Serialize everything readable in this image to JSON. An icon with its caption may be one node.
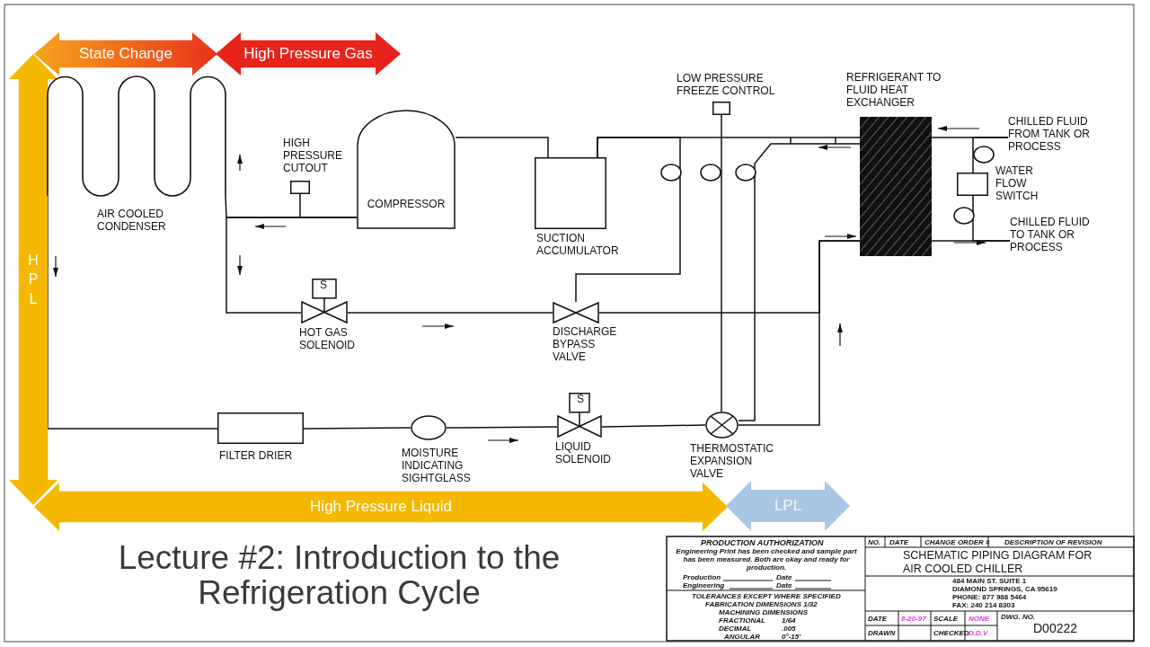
{
  "diagram": {
    "title": "Lecture #2: Introduction to the Refrigeration Cycle",
    "nodes": [
      {
        "text": [
          "State Change"
        ]
      },
      {
        "text": [
          "High Pressure Gas"
        ]
      },
      {
        "text": [
          "HPL"
        ]
      },
      {
        "text": [
          "High Pressure Liquid"
        ]
      },
      {
        "text": [
          "LPL"
        ]
      },
      {
        "text": [
          "AIR COOLED CONDENSER"
        ]
      },
      {
        "text": [
          "HIGH PRESSURE CUTOUT"
        ]
      },
      {
        "text": [
          "COMPRESSOR"
        ]
      },
      {
        "text": [
          "SUCTION ACCUMULATOR"
        ]
      },
      {
        "text": [
          "LOW PRESSURE FREEZE CONTROL"
        ]
      },
      {
        "text": [
          "REFRIGERANT TO FLUID HEAT EXCHANGER"
        ]
      },
      {
        "text": [
          "CHILLED FLUID FROM TANK OR PROCESS"
        ]
      },
      {
        "text": [
          "WATER FLOW SWITCH"
        ]
      },
      {
        "text": [
          "CHILLED FLUID TO TANK OR PROCESS"
        ]
      },
      {
        "text": [
          "S",
          "HOT GAS SOLENOID"
        ]
      },
      {
        "text": [
          "DISCHARGE BYPASS VALVE"
        ]
      },
      {
        "text": [
          "FILTER DRIER"
        ]
      },
      {
        "text": [
          "MOISTURE INDICATING SIGHTGLASS"
        ]
      },
      {
        "text": [
          "S",
          "LIQUID SOLENOID"
        ]
      },
      {
        "text": [
          "THERMOSTATIC EXPANSION VALVE"
        ]
      }
    ],
    "edges": [
      {
        "from": 7,
        "to": 5,
        "arrow": "none"
      },
      {
        "from": 6,
        "to": 7,
        "arrow": "none"
      },
      {
        "from": 7,
        "to": 14,
        "arrow": "none"
      },
      {
        "from": 5,
        "to": 16,
        "arrow": "none"
      },
      {
        "from": 16,
        "to": 17,
        "arrow": "none"
      },
      {
        "from": 17,
        "to": 18,
        "arrow": "none"
      },
      {
        "from": 18,
        "to": 19,
        "arrow": "none"
      },
      {
        "from": 19,
        "to": 10,
        "arrow": "none"
      },
      {
        "from": 14,
        "to": 15,
        "arrow": "none"
      },
      {
        "from": 15,
        "to": 10,
        "arrow": "none"
      },
      {
        "from": 15,
        "to": 8,
        "arrow": "none"
      },
      {
        "from": 10,
        "to": 8,
        "arrow": "none"
      },
      {
        "from": 8,
        "to": 7,
        "arrow": "none"
      },
      {
        "from": 9,
        "to": 19,
        "arrow": "none"
      },
      {
        "from": 19,
        "to": 10,
        "arrow": "none"
      },
      {
        "from": 11,
        "to": 10,
        "arrow": "none"
      },
      {
        "from": 10,
        "to": 13,
        "arrow": "none"
      },
      {
        "from": 11,
        "to": 12,
        "arrow": "none"
      },
      {
        "from": 12,
        "to": 13,
        "arrow": "none"
      }
    ],
    "labels": [
      "PRODUCTION AUTHORIZATION",
      "Engineering Print has been checked and sample part has been measured. Both are okay and ready for production.",
      "Production",
      "Date",
      "Engineering",
      "Date",
      "NO.",
      "DATE",
      "CHANGE ORDER #",
      "DESCRIPTION OF REVISION",
      "SCHEMATIC PIPING DIAGRAM FOR AIR COOLED CHILLER",
      "484 MAIN ST. SUITE 1",
      "DIAMOND SPRINGS, CA 95619",
      "PHONE: 877 988 5464",
      "FAX: 240 214 8303",
      "TOLERANCES EXCEPT WHERE SPECIFIED",
      "FABRICATION DIMENSIONS 1/32",
      "MACHINING DIMENSIONS",
      "FRACTIONAL",
      "1/64",
      "DECIMAL",
      ".005",
      "ANGULAR",
      "0°-15'",
      "DATE",
      "8-20-97",
      "SCALE",
      "NONE",
      "DRAWN",
      "CHECKED",
      "D.D.V",
      "DWG. NO.",
      "D00222"
    ]
  }
}
